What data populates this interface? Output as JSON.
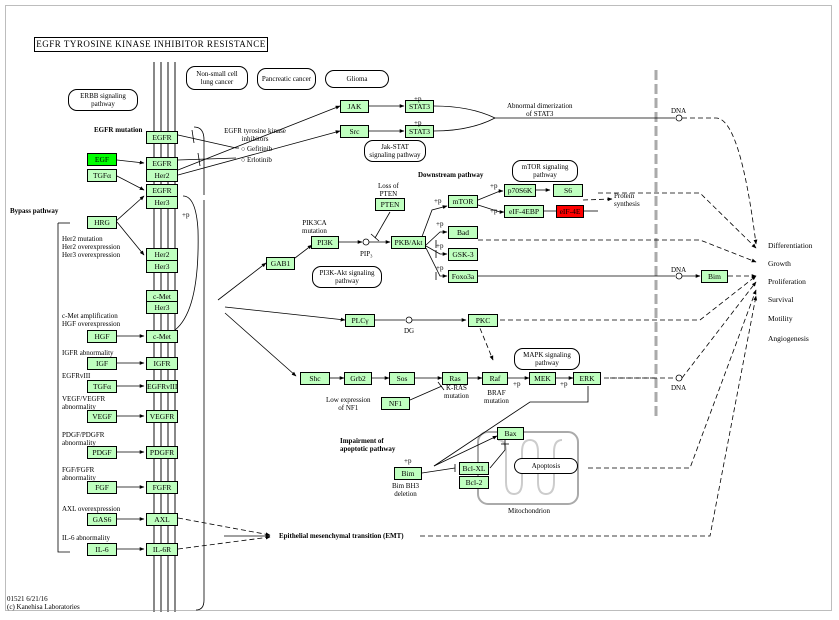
{
  "title": "EGFR TYROSINE KINASE INHIBITOR RESISTANCE",
  "footer": {
    "id_date": "01521 6/21/16",
    "copyright": "(c) Kanehisa Laboratories"
  },
  "colors": {
    "gene_fill": "#bfffbf",
    "highlight_green": "#00ff00",
    "highlight_red": "#ff0000",
    "membrane": "#7f7f7f",
    "nuclear_envelope": "#aaaaaa"
  },
  "maps": {
    "erbb": "ERBB signaling pathway",
    "nsclc": "Non-small cell lung cancer",
    "pancreatic": "Pancreatic cancer",
    "glioma": "Glioma",
    "jak_stat": "Jak-STAT signaling pathway",
    "mtor": "mTOR signaling pathway",
    "pi3k_akt": "PI3K-Akt signaling pathway",
    "mapk": "MAPK signaling pathway",
    "apoptosis": "Apoptosis"
  },
  "genes": {
    "egfr1": "EGFR",
    "egfr2": "EGFR",
    "her2a": "Her2",
    "egfr3": "EGFR",
    "her3a": "Her3",
    "egf": "EGF",
    "tgfa1": "TGFα",
    "hrg": "HRG",
    "her2b": "Her2",
    "her3b": "Her3",
    "cmet1": "c-Met",
    "her3c": "Her3",
    "hgf": "HGF",
    "cmet2": "c-Met",
    "igf": "IGF",
    "igfr": "IGFR",
    "tgfa2": "TGFα",
    "egfrviii": "EGFRvIII",
    "vegf": "VEGF",
    "vegfr": "VEGFR",
    "pdgf": "PDGF",
    "pdgfr": "PDGFR",
    "fgf": "FGF",
    "fgfr": "FGFR",
    "gas6": "GAS6",
    "axl": "AXL",
    "il6": "IL-6",
    "il6r": "IL-6R",
    "jak": "JAK",
    "stat3a": "STAT3",
    "src": "Src",
    "stat3b": "STAT3",
    "pten": "PTEN",
    "pi3k": "PI3K",
    "pkb": "PKB/Akt",
    "mtor": "mTOR",
    "p70s6k": "p70S6K",
    "s6": "S6",
    "eif4ebp": "eIF-4EBP",
    "eif4e": "eIF-4E",
    "bad": "Bad",
    "gsk3": "GSK-3",
    "foxo3a": "Foxo3a",
    "bim1": "Bim",
    "gab1": "GAB1",
    "plcg": "PLCγ",
    "pkc": "PKC",
    "shc": "Shc",
    "grb2": "Grb2",
    "sos": "Sos",
    "ras": "Ras",
    "raf": "Raf",
    "mek": "MEK",
    "erk": "ERK",
    "nf1": "NF1",
    "bax": "Bax",
    "bim2": "Bim",
    "bclxl": "Bcl-XL",
    "bcl2": "Bcl-2"
  },
  "labels": {
    "egfr_mutation": "EGFR mutation",
    "bypass": "Bypass pathway",
    "tki": "EGFR tyrosine kinase inhibitors",
    "gefitinib": "Gefitinib",
    "erlotinib": "Erlotinib",
    "her_overexp": "Her2 mutation\nHer2 overexpression\nHer3 overexpression",
    "cmet_amp": "c-Met amplification\nHGF overexpression",
    "igfr_abn": "IGFR abnormality",
    "egfrviii_lbl": "EGFRvIII",
    "vegf_abn": "VEGF/VEGFR\nabnormality",
    "pdgf_abn": "PDGF/PDGFR\nabnormality",
    "fgf_abn": "FGF/FGFR\nabnormality",
    "axl_over": "AXL overexpression",
    "il6_abn": "IL-6 abnormality",
    "pik3ca": "PIK3CA\nmutation",
    "loss_pten": "Loss of\nPTEN",
    "downstream": "Downstream pathway",
    "pip3": "PIP₃",
    "dg": "DG",
    "protein_synth": "Protein\nsynthesis",
    "dna": "DNA",
    "abnormal_dimer": "Abnormal dimerization\nof STAT3",
    "kras": "K-RAS\nmutation",
    "braf": "BRAF\nmutation",
    "low_nf1": "Low expression\nof NF1",
    "impairment": "Impairment of\napoptotic pathway",
    "bim_del": "Bim BH3\ndeletion",
    "mitochondrion": "Mitochondrion",
    "emt": "Epithelial mesenchymal transition (EMT)",
    "p": "+p"
  },
  "outcomes": [
    "Differentiation",
    "Growth",
    "Proliferation",
    "Survival",
    "Motility",
    "Angiogenesis"
  ]
}
